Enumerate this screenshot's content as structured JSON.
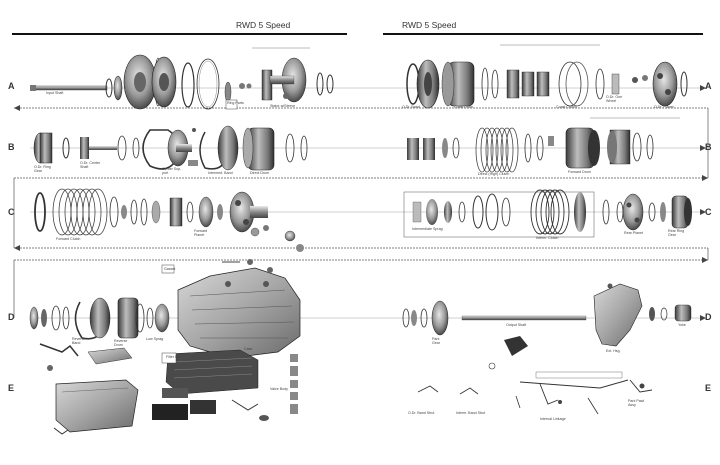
{
  "headers": {
    "left": "RWD 5 Speed",
    "right": "RWD 5 Speed"
  },
  "rows": [
    "A",
    "B",
    "C",
    "D",
    "E"
  ],
  "labels": {
    "a_left": [
      "Input Shaft",
      "Stator w/Sleeve",
      "Ring Parts"
    ],
    "a_right": [
      "O.Dr. Band",
      "Coast Drum",
      "Coast Clutch",
      "O.Dr. One Wheel",
      "O.Dr. Planet"
    ],
    "b_left": [
      "O.Dr. Ring Gear",
      "O.Dr. Center Shaft",
      "Center Sup- port",
      "Intermed. Band",
      "Direct Drum"
    ],
    "b_right": [
      "Direct (High) Clutch",
      "Forward Drum"
    ],
    "c_left": [
      "Forward Clutch",
      "Forward Planet"
    ],
    "c_right": [
      "Intermediate Sprag",
      "Interm. Clutch",
      "Rear Planet",
      "Rear Ring Gear"
    ],
    "d_left": [
      "Reverse Band",
      "Reverse Drum",
      "Low Sprag",
      "Case",
      "Valve Body",
      "Filter Kit",
      "Gasket"
    ],
    "d_right": [
      "Park Gear",
      "Output Shaft",
      "Ext. Hsg.",
      "Yoke"
    ],
    "e_right": [
      "O.Dr. Band Strut",
      "Interm. Band Strut",
      "Internal Linkage",
      "Park Pawl Assy"
    ]
  }
}
